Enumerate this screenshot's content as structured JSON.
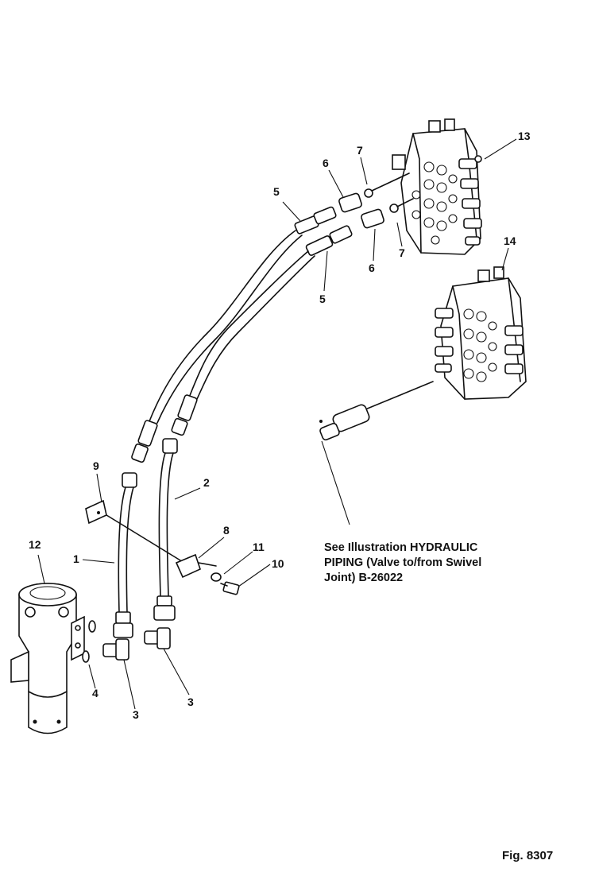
{
  "callouts": {
    "c1": "1",
    "c2": "2",
    "c3a": "3",
    "c3b": "3",
    "c4": "4",
    "c5a": "5",
    "c5b": "5",
    "c6a": "6",
    "c6b": "6",
    "c7a": "7",
    "c7b": "7",
    "c8": "8",
    "c9": "9",
    "c10": "10",
    "c11": "11",
    "c12": "12",
    "c13": "13",
    "c14": "14"
  },
  "note": {
    "line1": "See Illustration HYDRAULIC",
    "line2": "PIPING (Valve to/from Swivel",
    "line3": "Joint) B-26022"
  },
  "figure_label": "Fig. 8307"
}
